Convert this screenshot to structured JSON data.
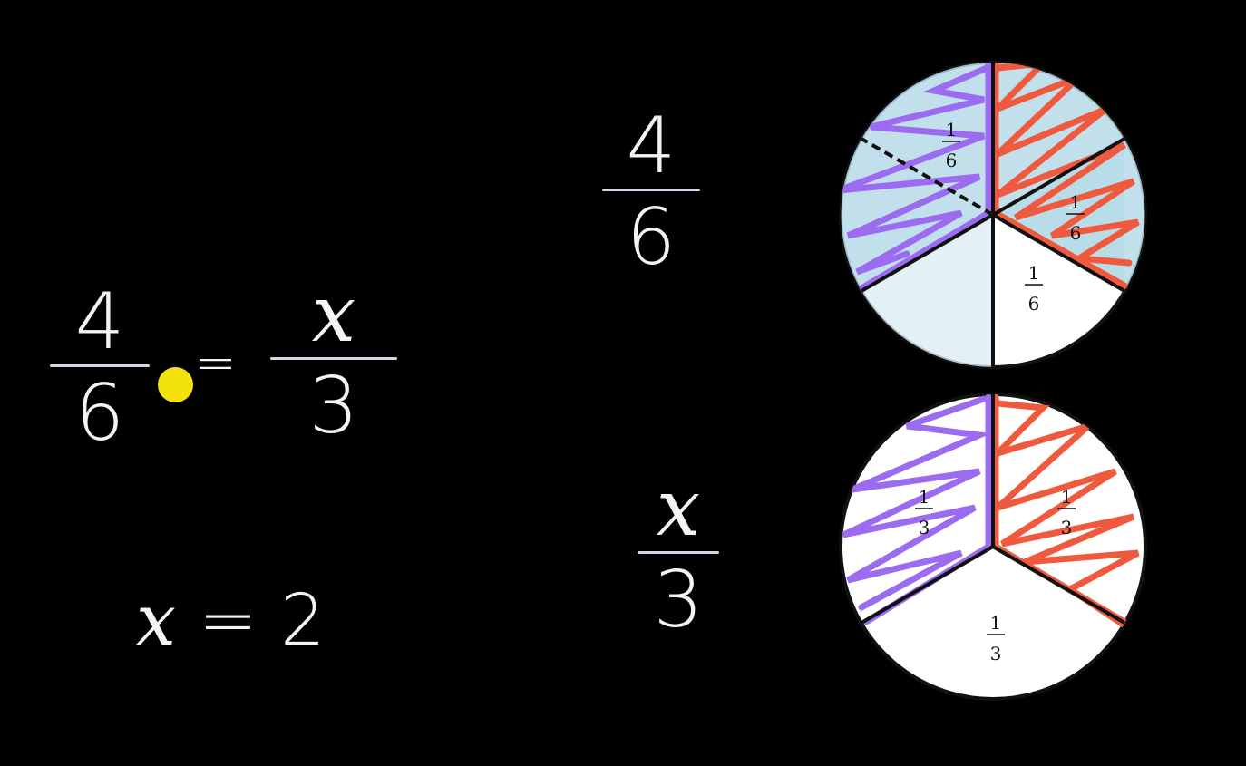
{
  "equation": {
    "left": {
      "numerator": "4",
      "denominator": "6"
    },
    "equals": "=",
    "right": {
      "numerator": "x",
      "denominator": "3"
    }
  },
  "answer": {
    "variable": "x",
    "equals": "=",
    "value": "2"
  },
  "top_fraction": {
    "numerator": "4",
    "denominator": "6"
  },
  "bottom_fraction": {
    "numerator": "x",
    "denominator": "3"
  },
  "sixths_circle": {
    "label_num": "1",
    "label_den": "6",
    "slices": 6,
    "shaded_purple": 2,
    "shaded_red": 2
  },
  "thirds_circle": {
    "label_num": "1",
    "label_den": "3",
    "slices": 3,
    "shaded_purple": 1,
    "shaded_red": 1
  },
  "colors": {
    "background": "#000000",
    "chalk": "#f4f4f4",
    "purple": "#9b6cf0",
    "red": "#ef5a3f",
    "light_blue": "#b6dbe8",
    "yellow_dot": "#f4e20c"
  }
}
